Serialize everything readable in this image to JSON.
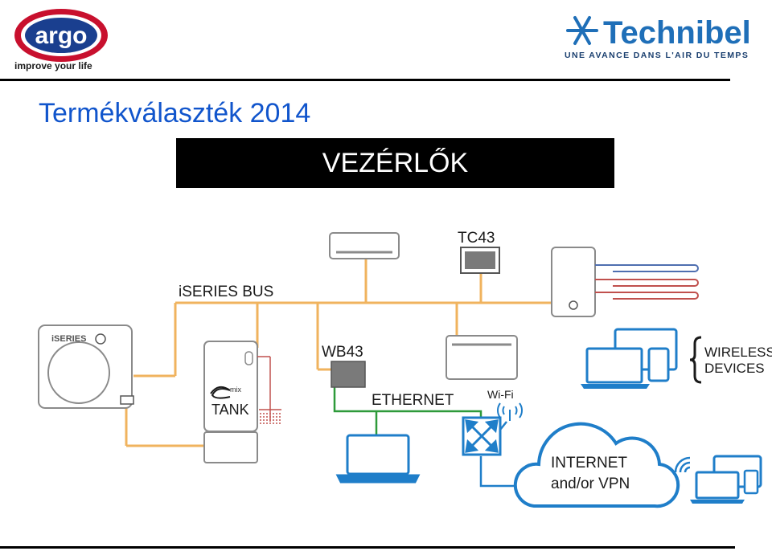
{
  "header": {
    "argo_brand": "argo",
    "argo_tagline": "improve your life",
    "technibel_brand": "Technibel",
    "technibel_tagline": "UNE AVANCE DANS L'AIR DU TEMPS"
  },
  "page_title": "Termékválaszték 2014",
  "section_banner": "VEZÉRLŐK",
  "diagram": {
    "bus_label": "iSERIES BUS",
    "tc43_label": "TC43",
    "wb43_label": "WB43",
    "ethernet_label": "ETHERNET",
    "wifi_label": "Wi-Fi",
    "tank_mix": "mix",
    "tank_label": "TANK",
    "iseries_badge": "iSERIES",
    "wireless_line1": "WIRELESS",
    "wireless_line2": "DEVICES",
    "internet_line1": "INTERNET",
    "internet_line2": "and/or VPN",
    "colors": {
      "bus": "#f0b35e",
      "ethernet": "#2e9a3a",
      "network": "#1f7ec9",
      "device_gray": "#8a8a8a",
      "heating_red": "#c0504d",
      "heating_blue": "#4f6fb0"
    }
  }
}
